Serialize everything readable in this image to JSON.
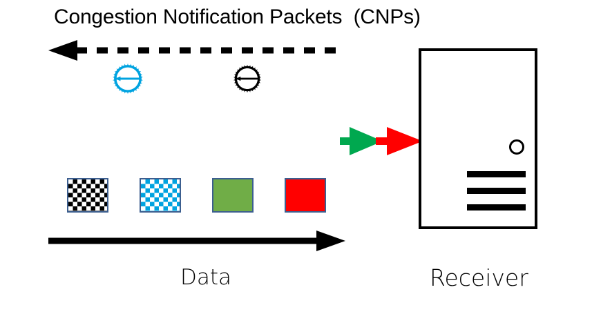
{
  "diagram": {
    "title": "Congestion Notification Packets  (CNPs)",
    "labels": {
      "data": "Data",
      "receiver": "Receiver"
    },
    "flows": [
      {
        "name": "cnp-return-flow",
        "label": "Congestion Notification Packets  (CNPs)",
        "direction": "right-to-left",
        "line_style": "dashed",
        "color": "#000000"
      },
      {
        "name": "data-flow",
        "label": "Data",
        "direction": "left-to-right",
        "line_style": "solid",
        "color": "#000000"
      }
    ],
    "cnp_tokens": [
      {
        "name": "cnp-token-blue",
        "color": "#00a3e0",
        "shape": "starburst-circle-with-left-arrow"
      },
      {
        "name": "cnp-token-black",
        "color": "#000000",
        "shape": "starburst-circle-with-left-arrow"
      }
    ],
    "packets": [
      {
        "name": "packet-checker-black",
        "fill": "checkerboard",
        "color": "#000000",
        "border": "#3c5e8f"
      },
      {
        "name": "packet-checker-blue",
        "fill": "checkerboard",
        "color": "#00a3e0",
        "border": "#3c5e8f"
      },
      {
        "name": "packet-green",
        "fill": "solid",
        "color": "#70ad47",
        "border": "#3c5e8f"
      },
      {
        "name": "packet-red",
        "fill": "solid",
        "color": "#ff0000",
        "border": "#3c5e8f"
      }
    ],
    "ingress_arrows": [
      {
        "name": "ingress-arrow-green",
        "color": "#00a84f"
      },
      {
        "name": "ingress-arrow-red",
        "color": "#ff0000"
      }
    ],
    "receiver": {
      "name": "receiver-device",
      "label": "Receiver",
      "outline_color": "#000000",
      "indicator": "led-circle",
      "slot_count": 3
    }
  }
}
